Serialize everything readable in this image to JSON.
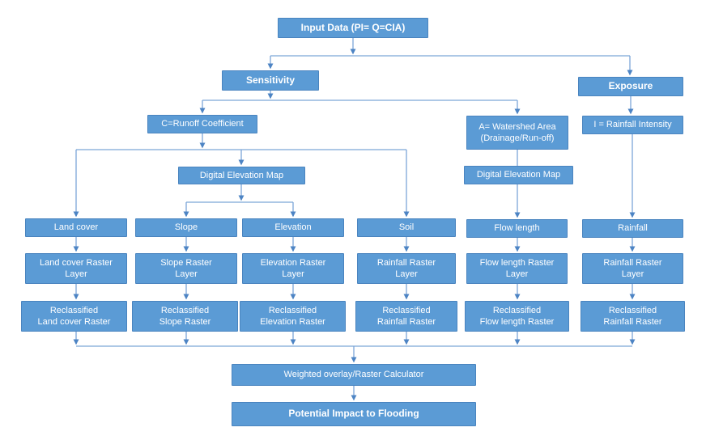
{
  "diagram_title": "Input Data (PI= Q=CIA) flood impact flowchart",
  "colors": {
    "node_fill": "#5B9BD5",
    "node_border": "#4A84BF",
    "connector_line": "#7CA6D8",
    "arrowhead": "#4D84C4",
    "node_text": "#FFFFFF",
    "background": "#FFFFFF"
  },
  "nodes": {
    "input_data": {
      "label": "Input Data (PI= Q=CIA)"
    },
    "sensitivity": {
      "label": "Sensitivity"
    },
    "exposure": {
      "label": "Exposure"
    },
    "runoff_coefficient": {
      "label": "C=Runoff Coefficient"
    },
    "watershed_area": {
      "label": "A= Watershed Area\n(Drainage/Run-off)"
    },
    "rainfall_intensity": {
      "label": "I = Rainfall Intensity"
    },
    "dem_sensitivity": {
      "label": "Digital Elevation Map"
    },
    "dem_watershed": {
      "label": "Digital Elevation Map"
    },
    "land_cover": {
      "label": "Land cover"
    },
    "slope": {
      "label": "Slope"
    },
    "elevation": {
      "label": "Elevation"
    },
    "soil": {
      "label": "Soil"
    },
    "flow_length": {
      "label": "Flow length"
    },
    "rainfall": {
      "label": "Rainfall"
    },
    "land_cover_raster": {
      "label": "Land cover Raster\nLayer"
    },
    "slope_raster": {
      "label": "Slope Raster\nLayer"
    },
    "elevation_raster": {
      "label": "Elevation Raster\nLayer"
    },
    "rainfall_raster_soil": {
      "label": "Rainfall Raster\nLayer"
    },
    "flow_length_raster": {
      "label": "Flow length Raster\nLayer"
    },
    "rainfall_raster_exposure": {
      "label": "Rainfall Raster\nLayer"
    },
    "reclassified_land_cover": {
      "label": "Reclassified\nLand cover Raster"
    },
    "reclassified_slope": {
      "label": "Reclassified\nSlope Raster"
    },
    "reclassified_elevation": {
      "label": "Reclassified\nElevation Raster"
    },
    "reclassified_rainfall_soil": {
      "label": "Reclassified\nRainfall Raster"
    },
    "reclassified_flow_length": {
      "label": "Reclassified\nFlow length Raster"
    },
    "reclassified_rainfall_exposure": {
      "label": "Reclassified\nRainfall Raster"
    },
    "weighted_overlay": {
      "label": "Weighted overlay/Raster Calculator"
    },
    "potential_impact": {
      "label": "Potential Impact to Flooding"
    }
  },
  "edges": [
    [
      "input_data",
      "sensitivity"
    ],
    [
      "input_data",
      "exposure"
    ],
    [
      "sensitivity",
      "runoff_coefficient"
    ],
    [
      "sensitivity",
      "watershed_area"
    ],
    [
      "exposure",
      "rainfall_intensity"
    ],
    [
      "runoff_coefficient",
      "land_cover"
    ],
    [
      "runoff_coefficient",
      "dem_sensitivity"
    ],
    [
      "runoff_coefficient",
      "soil"
    ],
    [
      "dem_sensitivity",
      "slope"
    ],
    [
      "dem_sensitivity",
      "elevation"
    ],
    [
      "watershed_area",
      "dem_watershed"
    ],
    [
      "dem_watershed",
      "flow_length"
    ],
    [
      "rainfall_intensity",
      "rainfall"
    ],
    [
      "land_cover",
      "land_cover_raster"
    ],
    [
      "slope",
      "slope_raster"
    ],
    [
      "elevation",
      "elevation_raster"
    ],
    [
      "soil",
      "rainfall_raster_soil"
    ],
    [
      "flow_length",
      "flow_length_raster"
    ],
    [
      "rainfall",
      "rainfall_raster_exposure"
    ],
    [
      "land_cover_raster",
      "reclassified_land_cover"
    ],
    [
      "slope_raster",
      "reclassified_slope"
    ],
    [
      "elevation_raster",
      "reclassified_elevation"
    ],
    [
      "rainfall_raster_soil",
      "reclassified_rainfall_soil"
    ],
    [
      "flow_length_raster",
      "reclassified_flow_length"
    ],
    [
      "rainfall_raster_exposure",
      "reclassified_rainfall_exposure"
    ],
    [
      "reclassified_land_cover",
      "weighted_overlay"
    ],
    [
      "reclassified_slope",
      "weighted_overlay"
    ],
    [
      "reclassified_elevation",
      "weighted_overlay"
    ],
    [
      "reclassified_rainfall_soil",
      "weighted_overlay"
    ],
    [
      "reclassified_flow_length",
      "weighted_overlay"
    ],
    [
      "reclassified_rainfall_exposure",
      "weighted_overlay"
    ],
    [
      "weighted_overlay",
      "potential_impact"
    ]
  ]
}
